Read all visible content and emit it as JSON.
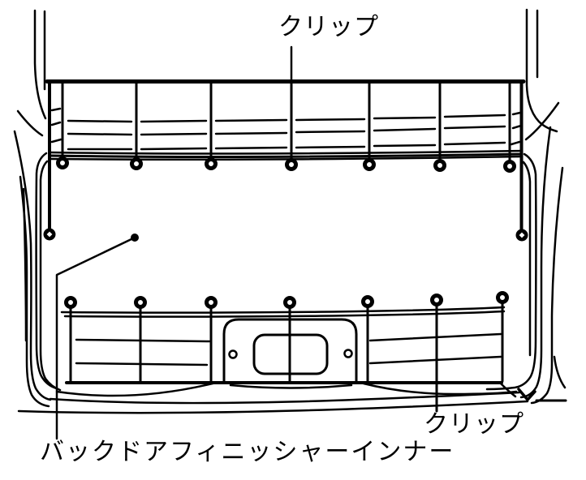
{
  "page": {
    "background_color": "#ffffff",
    "line_color": "#000000"
  },
  "diagram": {
    "labels": {
      "top_clip": "クリップ",
      "bottom_clip": "クリップ",
      "part_name": "バックドアフィニッシャーインナー"
    },
    "clips": {
      "top_row_count": 7,
      "bottom_row_count": 7,
      "side_clip_count": 2
    }
  }
}
